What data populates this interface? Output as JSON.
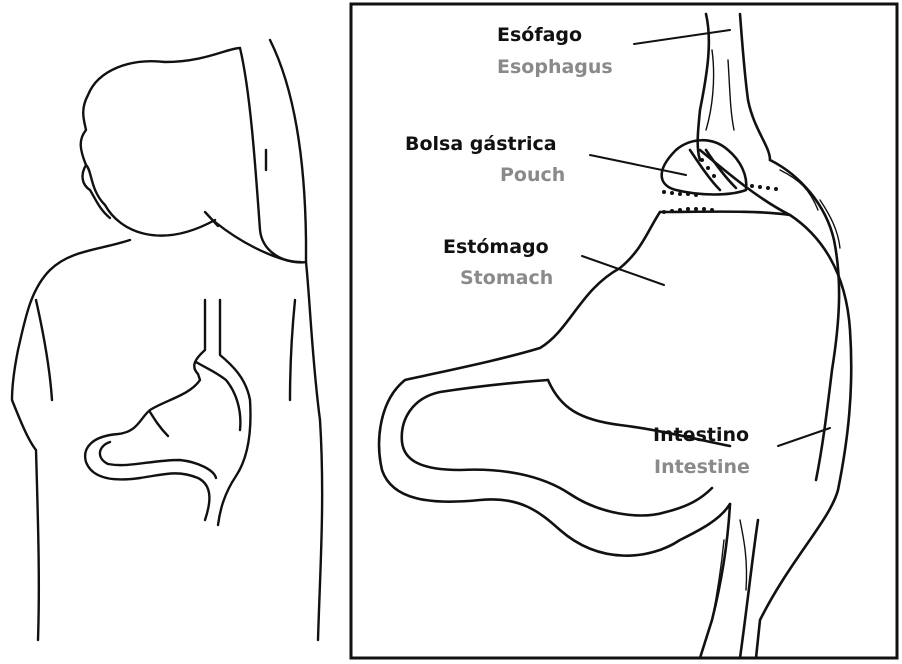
{
  "labels": {
    "esophagus": {
      "es": "Esófago",
      "en": "Esophagus"
    },
    "pouch": {
      "es": "Bolsa gástrica",
      "en": "Pouch"
    },
    "stomach": {
      "es": "Estómago",
      "en": "Stomach"
    },
    "intestine": {
      "es": "Intestino",
      "en": "Intestine"
    }
  },
  "colors": {
    "primary_text": "#111111",
    "secondary_text": "#8a8a8a",
    "line": "#111111"
  }
}
